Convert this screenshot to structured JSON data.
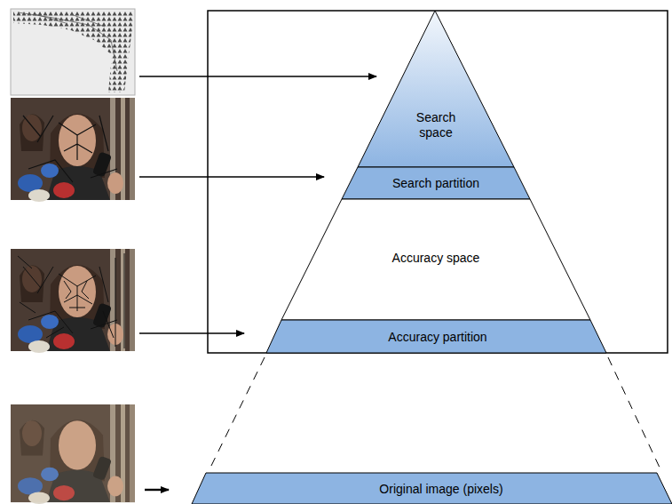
{
  "diagram": {
    "nodes": [
      {
        "text": [
          "Search space"
        ]
      },
      {
        "text": [
          "Search partition"
        ]
      },
      {
        "text": [
          "Accuracy space"
        ]
      },
      {
        "text": [
          "Accuracy partition"
        ]
      },
      {
        "text": [
          "Original image (pixels)"
        ]
      }
    ]
  }
}
